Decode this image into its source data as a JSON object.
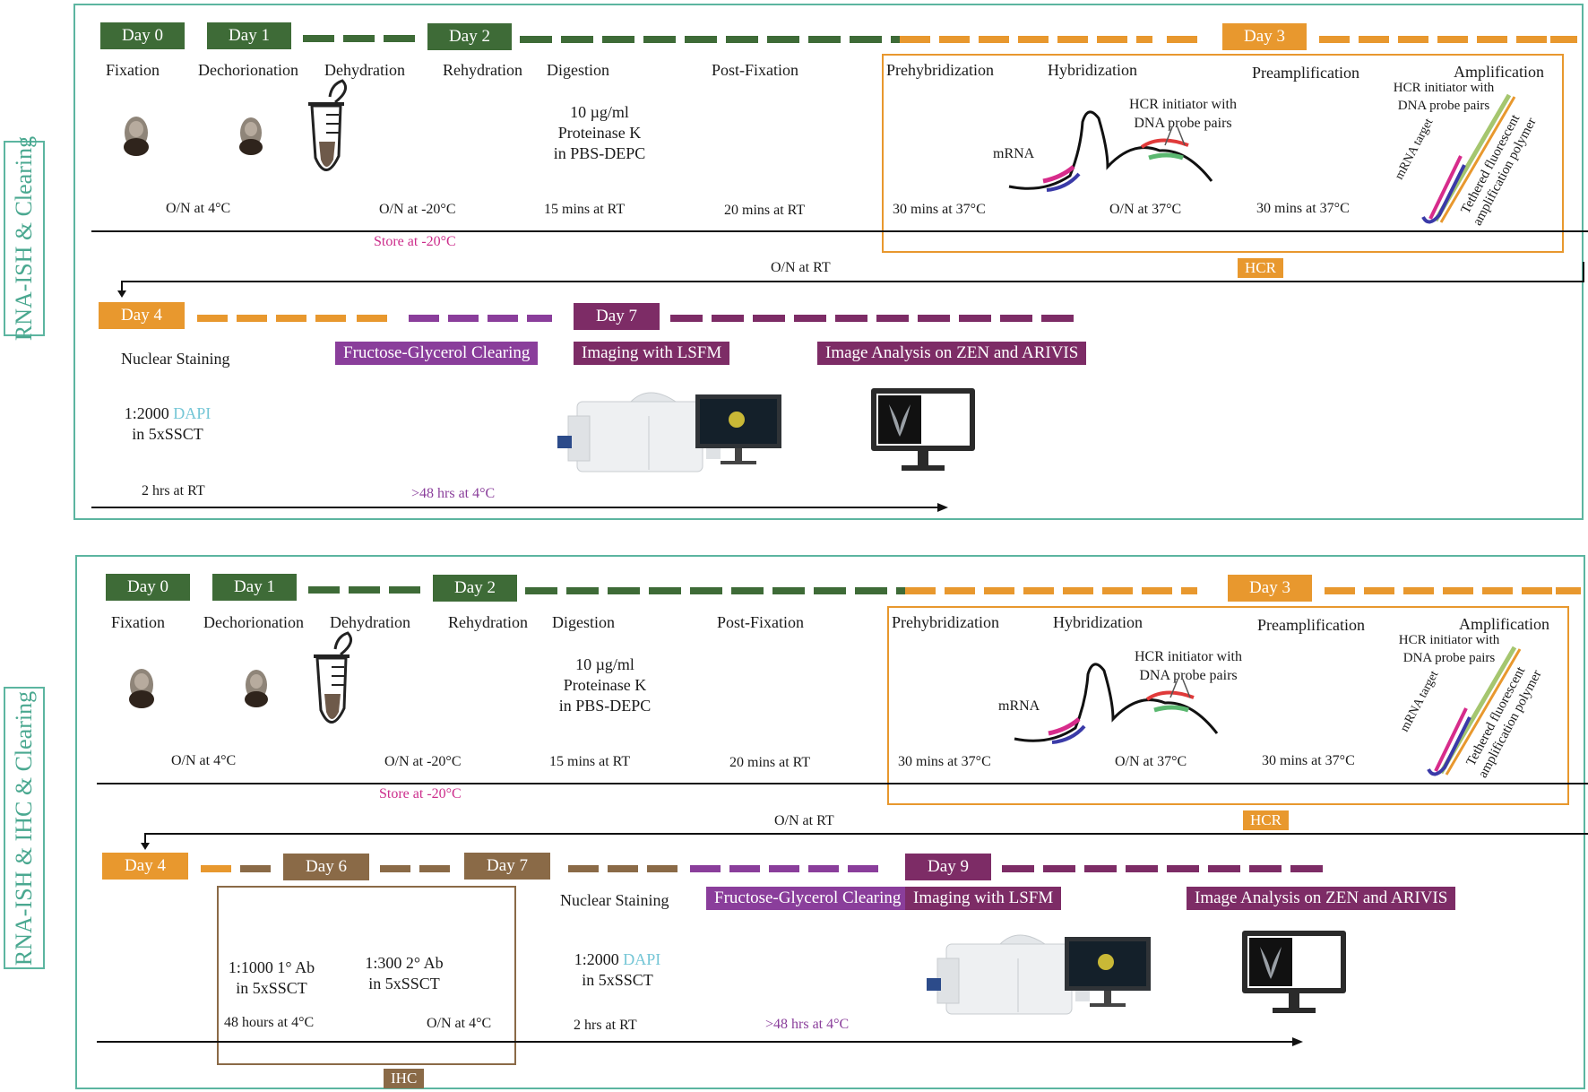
{
  "colors": {
    "panel_border": "#5cb5a0",
    "day_green": "#3e6b37",
    "day_orange": "#e8982e",
    "day_brown": "#8a6a47",
    "day_purple": "#7d2c66",
    "clearing_purple": "#8a3e9b",
    "store_pink": "#cc2d8b",
    "dapi_blue": "#74c6d6",
    "purple_text": "#8a3e9b"
  },
  "panel1": {
    "side_label": "RNA-ISH & Clearing",
    "days": {
      "d0": "Day 0",
      "d1": "Day 1",
      "d2": "Day 2",
      "d3": "Day 3",
      "d4": "Day 4",
      "d7": "Day 7"
    },
    "steps": {
      "fixation": "Fixation",
      "dechorionation": "Dechorionation",
      "dehydration": "Dehydration",
      "rehydration": "Rehydration",
      "digestion": "Digestion",
      "post_fixation": "Post-Fixation",
      "prehybridization": "Prehybridization",
      "hybridization": "Hybridization",
      "preamplification": "Preamplification",
      "amplification": "Amplification",
      "nuclear_staining": "Nuclear Staining"
    },
    "digestion_lines": [
      "10 µg/ml",
      "Proteinase K",
      "in PBS-DEPC"
    ],
    "times": {
      "fix": "O/N at 4°C",
      "dehyd": "O/N at -20°C",
      "dig": "15 mins at RT",
      "postfix": "20 mins at RT",
      "prehyb": "30 mins at 37°C",
      "hyb": "O/N at 37°C",
      "preamp": "30 mins at 37°C",
      "store": "Store at -20°C",
      "onrt": "O/N at RT",
      "dapi_time": "2 hrs at RT",
      "clear_time": ">48 hrs at 4°C"
    },
    "hcr_label": "HCR",
    "hcr_initiator_lines": [
      "HCR initiator with",
      "DNA probe pairs"
    ],
    "mrna": "mRNA",
    "mrna_target": "mRNA target",
    "tethered_lines": [
      "Tethered fluorescent",
      "amplification polymer"
    ],
    "dapi": {
      "ratio": "1:2000",
      "name": "DAPI",
      "buffer": "in 5xSSCT"
    },
    "tags": {
      "clearing": "Fructose-Glycerol Clearing",
      "imaging": "Imaging with LSFM",
      "analysis": "Image Analysis on ZEN and ARIVIS"
    }
  },
  "panel2": {
    "side_label": "RNA-ISH & IHC & Clearing",
    "days": {
      "d0": "Day 0",
      "d1": "Day 1",
      "d2": "Day 2",
      "d3": "Day 3",
      "d4": "Day 4",
      "d6": "Day 6",
      "d7": "Day 7",
      "d9": "Day 9"
    },
    "steps": {
      "fixation": "Fixation",
      "dechorionation": "Dechorionation",
      "dehydration": "Dehydration",
      "rehydration": "Rehydration",
      "digestion": "Digestion",
      "post_fixation": "Post-Fixation",
      "prehybridization": "Prehybridization",
      "hybridization": "Hybridization",
      "preamplification": "Preamplification",
      "amplification": "Amplification",
      "nuclear_staining": "Nuclear Staining"
    },
    "digestion_lines": [
      "10 µg/ml",
      "Proteinase K",
      "in PBS-DEPC"
    ],
    "times": {
      "fix": "O/N at 4°C",
      "dehyd": "O/N at -20°C",
      "dig": "15 mins at RT",
      "postfix": "20 mins at RT",
      "prehyb": "30 mins at 37°C",
      "hyb": "O/N at 37°C",
      "preamp": "30 mins at 37°C",
      "store": "Store at -20°C",
      "onrt": "O/N at RT",
      "ab1_time": "48 hours at 4°C",
      "ab2_time": "O/N at 4°C",
      "dapi_time": "2 hrs at RT",
      "clear_time": ">48 hrs at 4°C"
    },
    "hcr_label": "HCR",
    "ihc_label": "IHC",
    "hcr_initiator_lines": [
      "HCR initiator with",
      "DNA probe pairs"
    ],
    "mrna": "mRNA",
    "mrna_target": "mRNA target",
    "tethered_lines": [
      "Tethered fluorescent",
      "amplification polymer"
    ],
    "ab1_lines": [
      "1:1000 1° Ab",
      "in 5xSSCT"
    ],
    "ab2_lines": [
      "1:300 2° Ab",
      "in 5xSSCT"
    ],
    "dapi": {
      "ratio": "1:2000",
      "name": "DAPI",
      "buffer": "in 5xSSCT"
    },
    "tags": {
      "clearing": "Fructose-Glycerol Clearing",
      "imaging": "Imaging with LSFM",
      "analysis": "Image Analysis on ZEN and ARIVIS"
    }
  }
}
